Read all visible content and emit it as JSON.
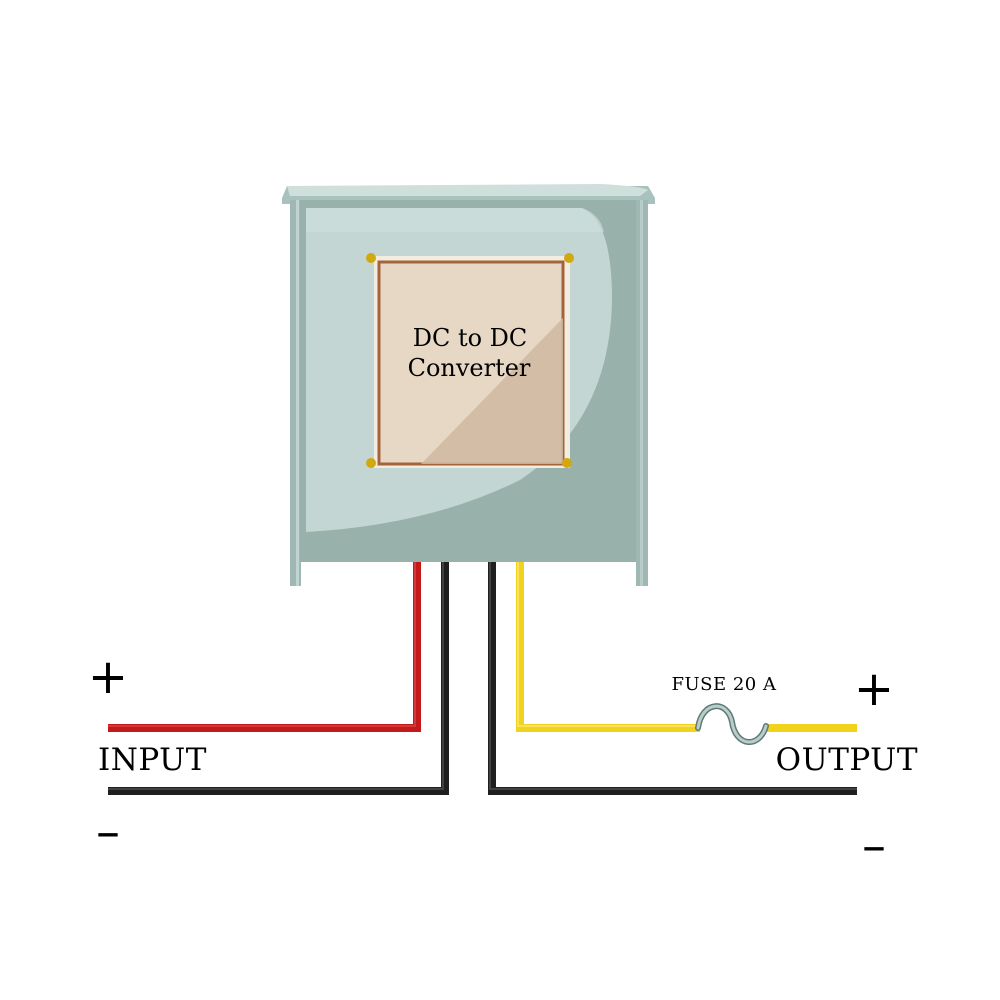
{
  "converter": {
    "label_line1": "DC to DC",
    "label_line2": "Converter"
  },
  "input": {
    "label": "INPUT",
    "plus": "+",
    "minus": "–"
  },
  "output": {
    "label": "OUTPUT",
    "plus": "+",
    "minus": "–"
  },
  "fuse": {
    "label": "FUSE 20 A"
  },
  "colors": {
    "housing_light": "#c4d7d4",
    "housing_dark": "#96b0aa",
    "plate": "#e6d8c5",
    "plate_border": "#a4633a",
    "screw": "#d1a80e",
    "wire_red": "#c41a1a",
    "wire_black": "#1f1f1f",
    "wire_yellow": "#f2d21a",
    "fuse_wire": "#9bb2ad"
  }
}
